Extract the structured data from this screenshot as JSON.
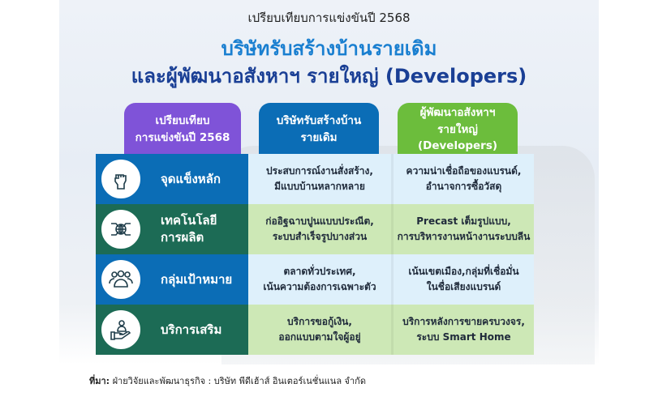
{
  "header": {
    "subtitle": "เปรียบเทียบการแข่งขันปี 2568",
    "title_line1": "บริษัทรับสร้างบ้านรายเดิม",
    "title_line2": "และผู้พัฒนาอสังหาฯ รายใหญ่ (Developers)"
  },
  "columns": [
    {
      "line1": "เปรียบเทียบ",
      "line2": "การแข่งขันปี 2568",
      "color": "#7f53d8"
    },
    {
      "line1": "บริษัทรับสร้างบ้าน",
      "line2": "รายเดิม",
      "color": "#0b6db6"
    },
    {
      "line1": "ผู้พัฒนาอสังหาฯ",
      "line2": "รายใหญ่ (Developers)",
      "color": "#6cbd3c"
    }
  ],
  "rows": [
    {
      "label1": "จุดแข็งหลัก",
      "label2": "",
      "icon": "fist-icon",
      "c1": [
        "ประสบการณ์งานสั่งสร้าง,",
        "มีแบบบ้านหลากหลาย"
      ],
      "c2": [
        "ความน่าเชื่อถือของแบรนด์,",
        "อำนาจการซื้อวัสดุ"
      ]
    },
    {
      "label1": "เทคโนโลยี",
      "label2": "การผลิต",
      "icon": "circuit-globe-icon",
      "c1": [
        "ก่ออิฐฉาบปูนแบบประณีต,",
        "ระบบสำเร็จรูปบางส่วน"
      ],
      "c2": [
        "Precast เต็มรูปแบบ,",
        "การบริหารงานหน้างานระบบลีน"
      ]
    },
    {
      "label1": "กลุ่มเป้าหมาย",
      "label2": "",
      "icon": "people-group-icon",
      "c1": [
        "ตลาดทั่วประเทศ,",
        "เน้นความต้องการเฉพาะตัว"
      ],
      "c2": [
        "เน้นเขตเมือง,กลุ่มที่เชื่อมั่น",
        "ในชื่อเสียงแบรนด์"
      ]
    },
    {
      "label1": "บริการเสริม",
      "label2": "",
      "icon": "hand-person-icon",
      "c1": [
        "บริการขอกู้เงิน,",
        "ออกแบบตามใจผู้อยู่"
      ],
      "c2": [
        "บริการหลังการขายครบวงจร,",
        "ระบบ Smart Home"
      ]
    }
  ],
  "source": {
    "label": "ที่มา:",
    "text": " ฝ่ายวิจัยและพัฒนาธุรกิจ : บริษัท พีดีเฮ้าส์ อินเตอร์เนชั่นแนล จำกัด"
  }
}
